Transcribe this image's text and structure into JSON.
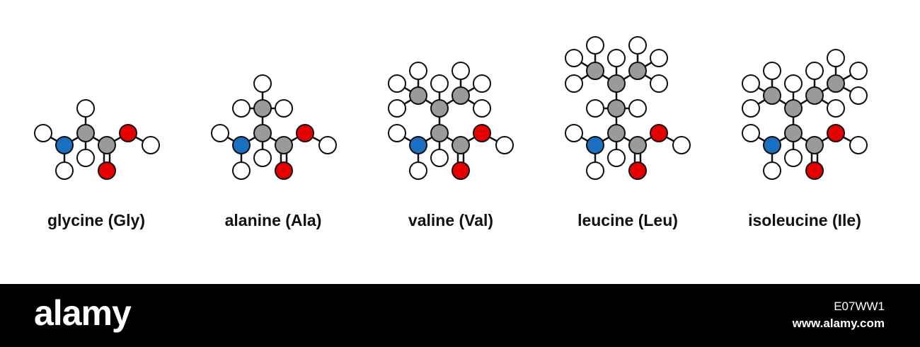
{
  "molecules": [
    {
      "id": "gly",
      "label": "glycine (Gly)"
    },
    {
      "id": "ala",
      "label": "alanine (Ala)"
    },
    {
      "id": "val",
      "label": "valine (Val)"
    },
    {
      "id": "leu",
      "label": "leucine (Leu)"
    },
    {
      "id": "ile",
      "label": "isoleucine (Ile)"
    }
  ],
  "atom_colors": {
    "C": "#9a9a9a",
    "N": "#1a6fc0",
    "O": "#e60000",
    "H": "#ffffff"
  },
  "footer": {
    "brand": "alamy",
    "stock_id": "E07WW1",
    "url": "www.alamy.com"
  }
}
